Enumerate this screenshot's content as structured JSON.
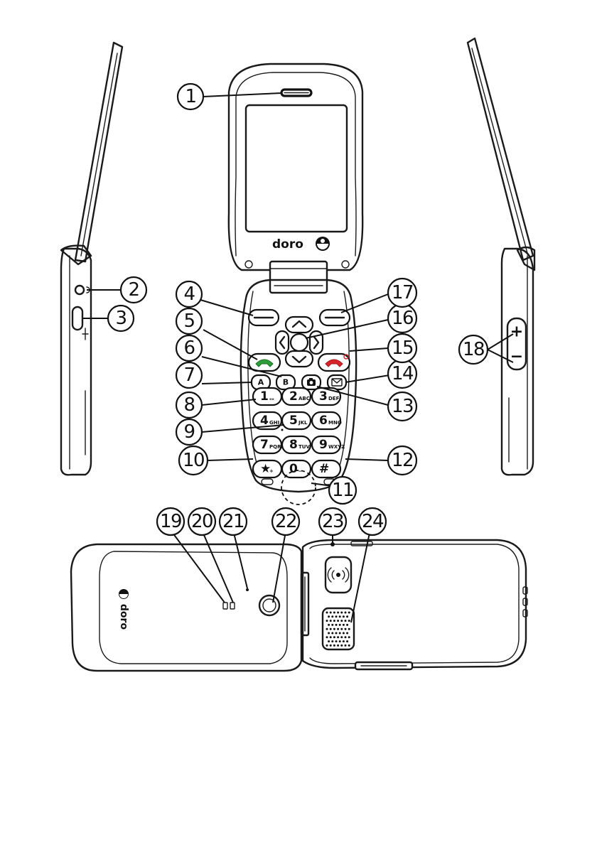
{
  "brand": {
    "logo_text": "doro"
  },
  "keypad": {
    "soft_left": "",
    "soft_right": "",
    "key_a": "A",
    "key_b": "B",
    "keys": [
      {
        "main": "1",
        "sub": "ₒₒ"
      },
      {
        "main": "2",
        "sub": "ABC"
      },
      {
        "main": "3",
        "sub": "DEF"
      },
      {
        "main": "4",
        "sub": "GHI"
      },
      {
        "main": "5",
        "sub": "JKL"
      },
      {
        "main": "6",
        "sub": "MNO"
      },
      {
        "main": "7",
        "sub": "PQRS"
      },
      {
        "main": "8",
        "sub": "TUV"
      },
      {
        "main": "9",
        "sub": "WXYZ"
      },
      {
        "main": "★",
        "sub": "+"
      },
      {
        "main": "0",
        "sub": "—"
      },
      {
        "main": "#",
        "sub": ""
      }
    ]
  },
  "volume": {
    "plus": "+",
    "minus": "−"
  },
  "callouts": [
    {
      "id": "1",
      "label": "1"
    },
    {
      "id": "2",
      "label": "2"
    },
    {
      "id": "3",
      "label": "3"
    },
    {
      "id": "4",
      "label": "4"
    },
    {
      "id": "5",
      "label": "5"
    },
    {
      "id": "6",
      "label": "6"
    },
    {
      "id": "7",
      "label": "7"
    },
    {
      "id": "8",
      "label": "8"
    },
    {
      "id": "9",
      "label": "9"
    },
    {
      "id": "10",
      "label": "10"
    },
    {
      "id": "11",
      "label": "11"
    },
    {
      "id": "12",
      "label": "12"
    },
    {
      "id": "13",
      "label": "13"
    },
    {
      "id": "14",
      "label": "14"
    },
    {
      "id": "15",
      "label": "15"
    },
    {
      "id": "16",
      "label": "16"
    },
    {
      "id": "17",
      "label": "17"
    },
    {
      "id": "18",
      "label": "18"
    },
    {
      "id": "19",
      "label": "19"
    },
    {
      "id": "20",
      "label": "20"
    },
    {
      "id": "21",
      "label": "21"
    },
    {
      "id": "22",
      "label": "22"
    },
    {
      "id": "23",
      "label": "23"
    },
    {
      "id": "24",
      "label": "24"
    }
  ],
  "colors": {
    "call_accept": "#2e9e3a",
    "call_end": "#d8232a",
    "line": "#1a1a1a"
  }
}
